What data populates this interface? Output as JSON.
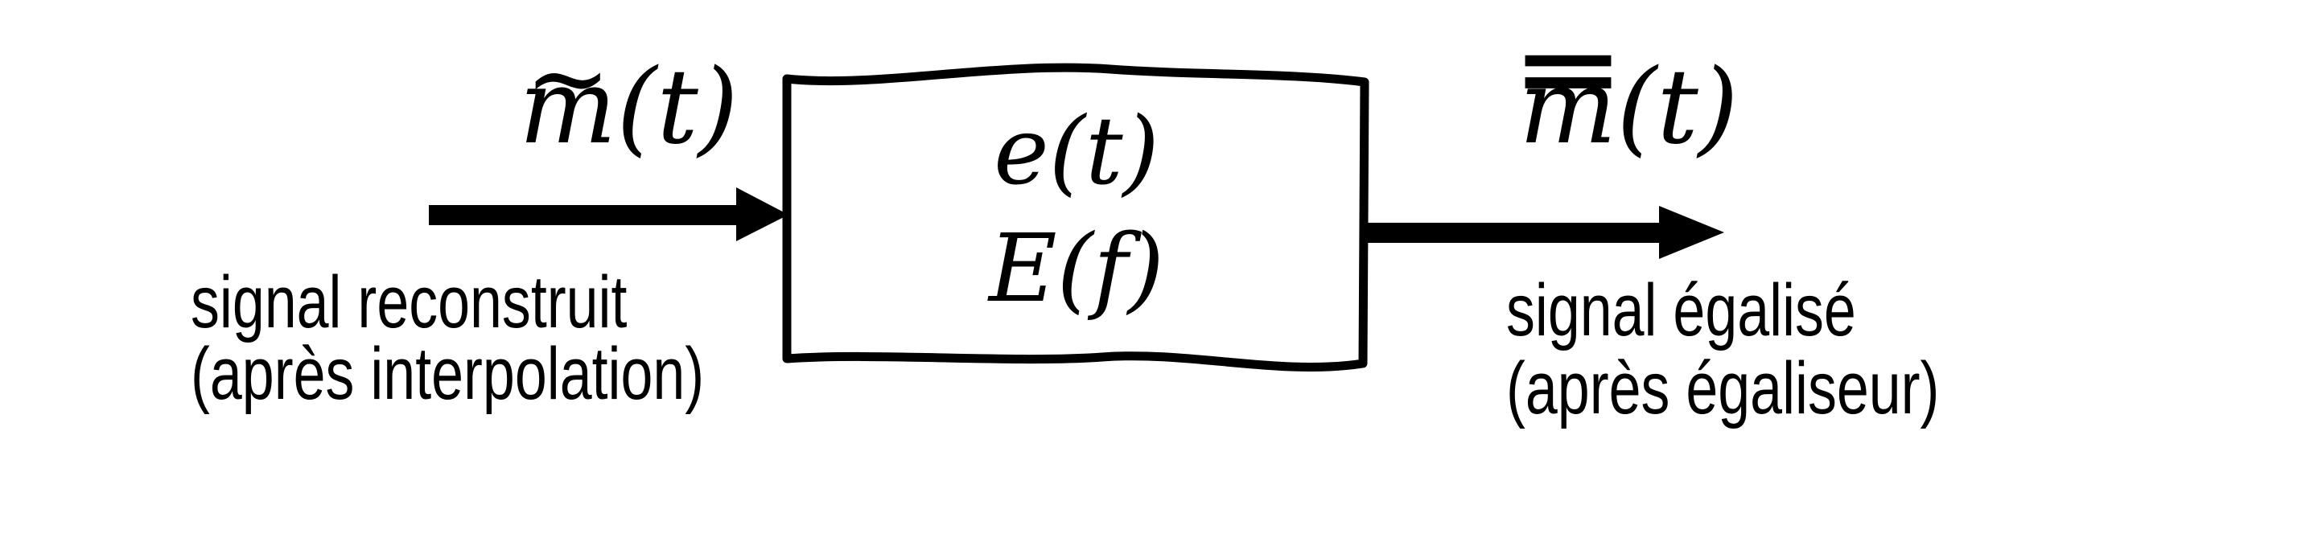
{
  "figure": {
    "colors": {
      "ink": "#000000",
      "background": "#ffffff"
    },
    "block": {
      "time_label": "e(t)",
      "freq_label": "E(f)"
    },
    "input": {
      "symbol_base": "m",
      "symbol_accent": "~",
      "symbol_args": "(t)",
      "caption_line1": "signal reconstruit",
      "caption_line2": "(après interpolation)"
    },
    "output": {
      "symbol_base": "m",
      "symbol_accent": "=",
      "symbol_args": "(t)",
      "caption_line1": "signal égalisé",
      "caption_line2": "(après égaliseur)"
    }
  }
}
